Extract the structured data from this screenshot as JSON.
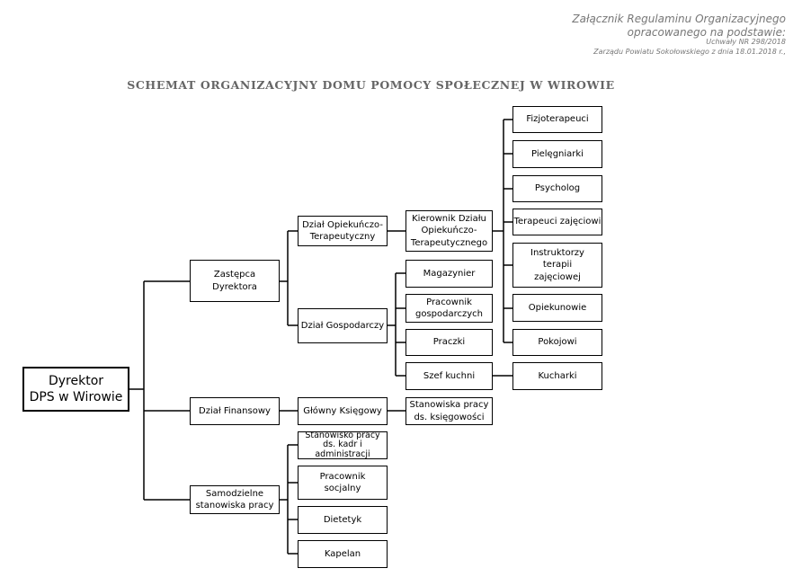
{
  "header": {
    "line1": "Załącznik Regulaminu Organizacyjnego",
    "line2": "opracowanego na podstawie:",
    "line3": "Uchwały NR 298/2018",
    "line4": "Zarządu Powiatu Sokołowskiego z dnia 18.01.2018 r.,"
  },
  "title": "SCHEMAT ORGANIZACYJNY DOMU POMOCY SPOŁECZNEJ W WIROWIE",
  "nodes": {
    "dyrektor": "Dyrektor\nDPS w Wirowie",
    "zastepca": "Zastępca\nDyrektora",
    "dzial_finansowy": "Dział Finansowy",
    "samodzielne": "Samodzielne\nstanowiska pracy",
    "dzial_opiekunczo": "Dział Opiekuńczo-\nTerapeutyczny",
    "dzial_gospodarczy": "Dział Gospodarczy",
    "glowny_ksiegowy": "Główny Księgowy",
    "kadry": "Stanowisko pracy\nds. kadr i\nadministracji",
    "pracownik_socjalny": "Pracownik\nsocjalny",
    "dietetyk": "Dietetyk",
    "kapelan": "Kapelan",
    "kierownik": "Kierownik Działu\nOpiekuńczo-\nTerapeutycznego",
    "magazynier": "Magazynier",
    "pracownik_gosp": "Pracownik\ngospodarczych",
    "praczki": "Praczki",
    "szef_kuchni": "Szef kuchni",
    "ksiegowosc": "Stanowiska pracy\nds. księgowości",
    "fizjoterapeuci": "Fizjoterapeuci",
    "pielegniarki": "Pielęgniarki",
    "psycholog": "Psycholog",
    "terapeuci": "Terapeuci zajęciowi",
    "instruktorzy": "Instruktorzy\nterapii\nzajęciowej",
    "opiekunowie": "Opiekunowie",
    "pokojowi": "Pokojowi",
    "kucharki": "Kucharki"
  }
}
